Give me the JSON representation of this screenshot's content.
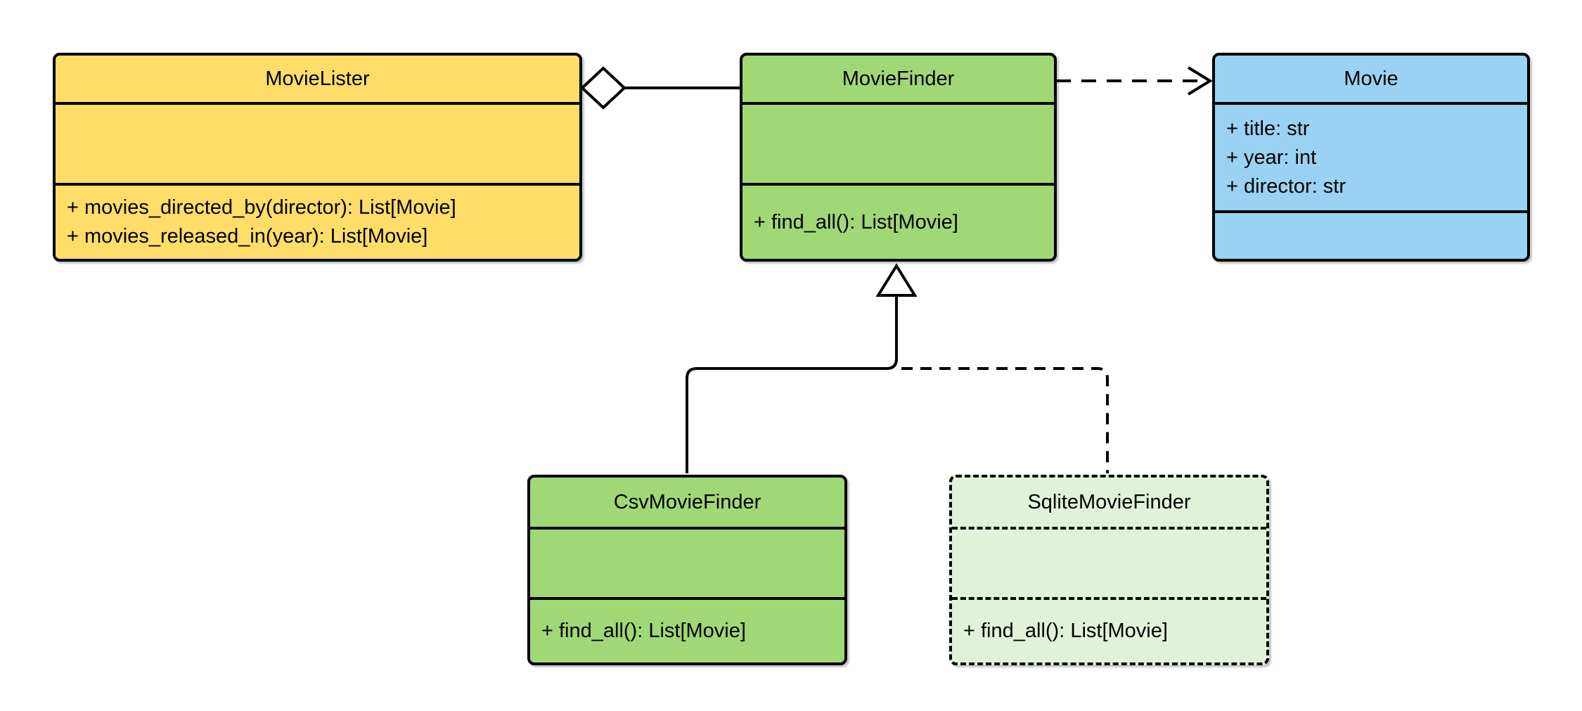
{
  "diagram": {
    "type": "uml-class-diagram",
    "background": "#ffffff",
    "stroke_color": "#000000",
    "classes": [
      {
        "name": "MovieLister",
        "fill": "#ffdd69",
        "border": "solid",
        "attributes": [],
        "methods": [
          "+ movies_directed_by(director): List[Movie]",
          "+ movies_released_in(year): List[Movie]"
        ]
      },
      {
        "name": "MovieFinder",
        "fill": "#a0d876",
        "border": "solid",
        "attributes": [],
        "methods": [
          "+ find_all(): List[Movie]"
        ]
      },
      {
        "name": "Movie",
        "fill": "#99d2f2",
        "border": "solid",
        "attributes": [
          "+ title: str",
          "+ year: int",
          "+ director: str"
        ],
        "methods": []
      },
      {
        "name": "CsvMovieFinder",
        "fill": "#a0d876",
        "border": "solid",
        "attributes": [],
        "methods": [
          "+ find_all(): List[Movie]"
        ]
      },
      {
        "name": "SqliteMovieFinder",
        "fill": "#e2f2d9",
        "border": "dashed",
        "attributes": [],
        "methods": [
          "+ find_all(): List[Movie]"
        ]
      }
    ],
    "relationships": [
      {
        "type": "aggregation",
        "from": "MovieLister",
        "to": "MovieFinder",
        "line": "solid"
      },
      {
        "type": "dependency",
        "from": "MovieFinder",
        "to": "Movie",
        "line": "dashed"
      },
      {
        "type": "inheritance",
        "from": "CsvMovieFinder",
        "to": "MovieFinder",
        "line": "solid"
      },
      {
        "type": "inheritance",
        "from": "SqliteMovieFinder",
        "to": "MovieFinder",
        "line": "dashed"
      }
    ]
  }
}
